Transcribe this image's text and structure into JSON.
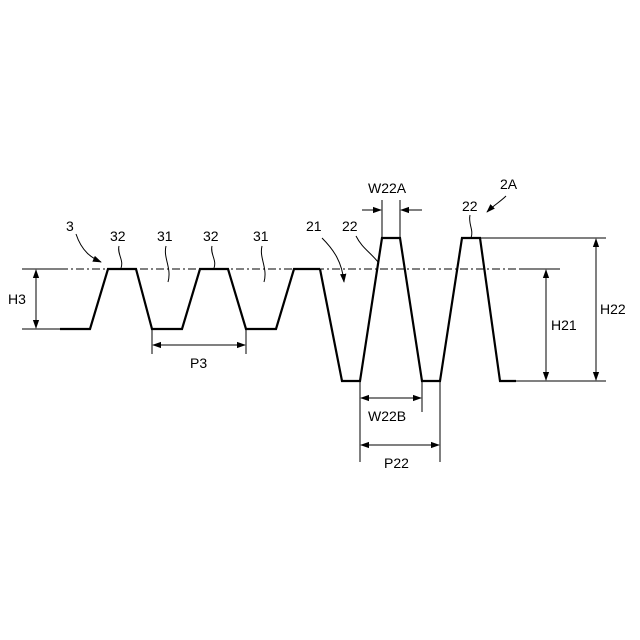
{
  "labels": {
    "ref_3": "3",
    "ref_32a": "32",
    "ref_31a": "31",
    "ref_32b": "32",
    "ref_31b": "31",
    "ref_21": "21",
    "ref_22a": "22",
    "ref_22b": "22",
    "ref_2A": "2A",
    "dim_W22A": "W22A",
    "dim_W22B": "W22B",
    "dim_P3": "P3",
    "dim_P22": "P22",
    "dim_H3": "H3",
    "dim_H21": "H21",
    "dim_H22": "H22"
  }
}
